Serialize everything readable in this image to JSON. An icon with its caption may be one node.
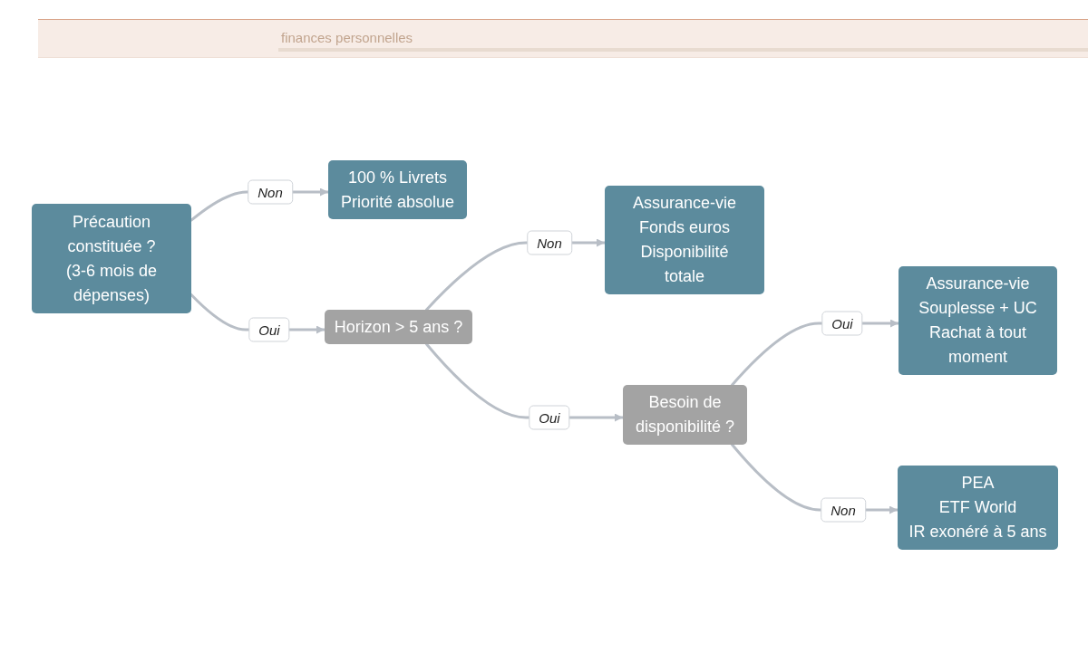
{
  "diagram": {
    "nodes": [
      {
        "text": [
          "Précaution constituée ?",
          "(3-6 mois de dépenses)"
        ]
      },
      {
        "text": [
          "100 % Livrets",
          "Priorité absolue"
        ]
      },
      {
        "text": [
          "Horizon > 5 ans ?"
        ]
      },
      {
        "text": [
          "Assurance-vie",
          "Fonds euros",
          "Disponibilité totale"
        ]
      },
      {
        "text": [
          "Besoin de disponibilité ?"
        ]
      },
      {
        "text": [
          "Assurance-vie",
          "Souplesse + UC",
          "Rachat à tout moment"
        ]
      },
      {
        "text": [
          "PEA",
          "ETF World",
          "IR exonéré à 5 ans"
        ]
      }
    ],
    "edges": [
      {
        "from": 0,
        "to": 1,
        "arrow": "to",
        "label": "Non"
      },
      {
        "from": 0,
        "to": 2,
        "arrow": "to",
        "label": "Oui"
      },
      {
        "from": 2,
        "to": 3,
        "arrow": "to",
        "label": "Non"
      },
      {
        "from": 2,
        "to": 4,
        "arrow": "to",
        "label": "Oui"
      },
      {
        "from": 4,
        "to": 5,
        "arrow": "to",
        "label": "Oui"
      },
      {
        "from": 4,
        "to": 6,
        "arrow": "to",
        "label": "Non"
      }
    ],
    "labels": [
      "finances personnelles"
    ]
  }
}
